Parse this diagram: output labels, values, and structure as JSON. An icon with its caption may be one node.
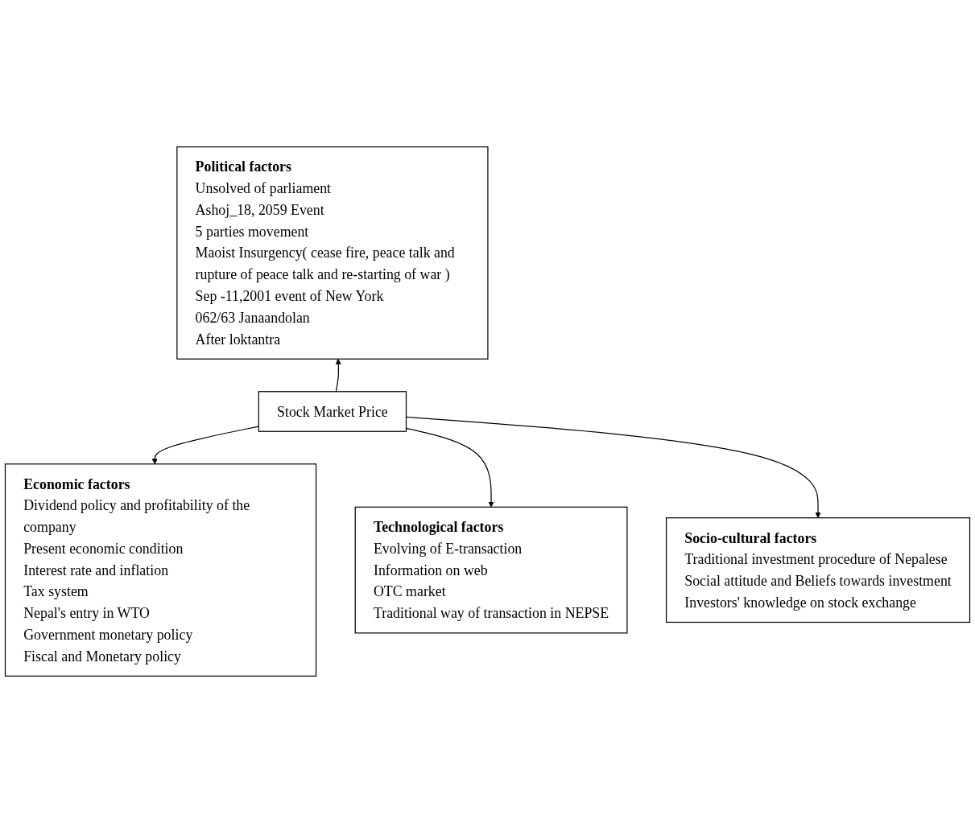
{
  "diagram": {
    "nodes": [
      {
        "text": [
          "Political factors",
          "Unsolved of parliament",
          "Ashoj_18, 2059 Event",
          "5 parties movement",
          "Maoist Insurgency( cease fire, peace talk and rupture of peace talk and re-starting of war )",
          "Sep -11,2001 event of New York",
          "062/63 Janaandolan",
          "After loktantra"
        ]
      },
      {
        "text": [
          "Economic factors",
          "Dividend policy and profitability of the company",
          "Present economic condition",
          "Interest rate and inflation",
          "Tax system",
          "Nepal's entry in WTO",
          "Government monetary policy",
          "Fiscal and Monetary policy"
        ]
      },
      {
        "text": [
          "Stock Market Price"
        ]
      },
      {
        "text": [
          "Technological factors",
          "Evolving of  E-transaction",
          "Information on web",
          "OTC market",
          "Traditional way of transaction in NEPSE"
        ]
      },
      {
        "text": [
          "Socio-cultural factors",
          "Traditional investment procedure of  Nepalese",
          "Social attitude and Beliefs towards investment",
          "Investors' knowledge on stock exchange"
        ]
      }
    ],
    "edges": [
      {
        "from": 2,
        "to": 0,
        "arrow": "to"
      },
      {
        "from": 2,
        "to": 1,
        "arrow": "to"
      },
      {
        "from": 2,
        "to": 3,
        "arrow": "to"
      },
      {
        "from": 2,
        "to": 4,
        "arrow": "to"
      }
    ]
  }
}
